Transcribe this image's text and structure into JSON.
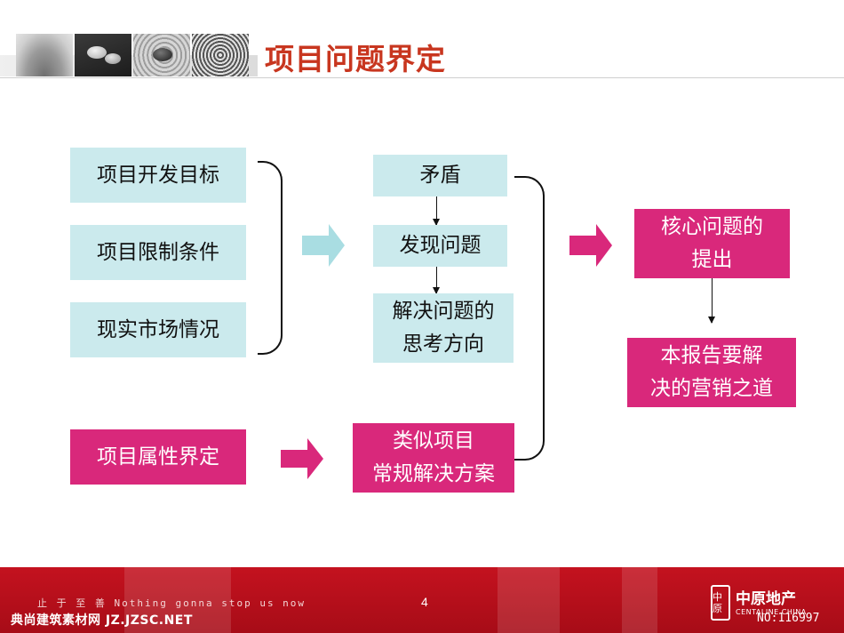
{
  "title": "项目问题界定",
  "left_boxes": [
    {
      "label": "项目开发目标"
    },
    {
      "label": "项目限制条件"
    },
    {
      "label": "现实市场情况"
    }
  ],
  "attribute_box": {
    "label": "项目属性界定"
  },
  "center_boxes": [
    {
      "label": "矛盾"
    },
    {
      "label": "发现问题"
    },
    {
      "line1": "解决问题的",
      "line2": "思考方向"
    }
  ],
  "similar_box": {
    "line1": "类似项目",
    "line2": "常规解决方案"
  },
  "right_boxes": [
    {
      "line1": "核心问题的",
      "line2": "提出"
    },
    {
      "line1": "本报告要解",
      "line2": "决的营销之道"
    }
  ],
  "footer": {
    "slogan": "止 于 至 善   Nothing gonna stop us now",
    "page_number": "4",
    "watermark_left": "典尚建筑素材网 JZ.JZSC.NET",
    "logo_seal": "中原",
    "logo_cn": "中原地产",
    "logo_en": "CENTALINE CHINA",
    "watermark_right": "NO:116997"
  },
  "colors": {
    "title": "#c8361f",
    "blue_box": "#cbeaed",
    "pink_box": "#d9287b",
    "footer": "#c4121f",
    "arrow_light": "#a9dde2"
  }
}
